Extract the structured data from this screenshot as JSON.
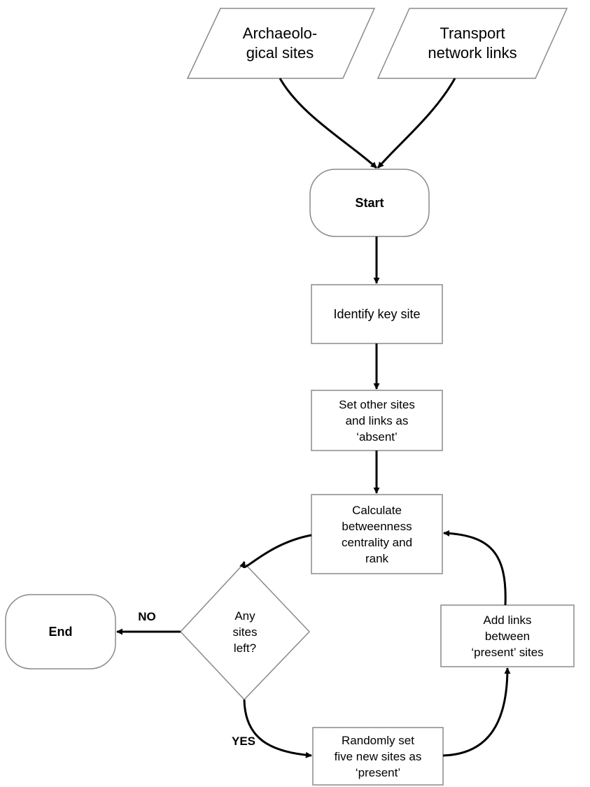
{
  "nodes": {
    "archaeological_sites": "Archaeolo-\ngical sites",
    "transport_links": "Transport\nnetwork links",
    "start": "Start",
    "identify_key_site": "Identify key site",
    "set_absent": "Set other sites\nand links as\n‘absent’",
    "calculate": "Calculate\nbetweenness\ncentrality and\nrank",
    "any_sites_left": "Any\nsites\nleft?",
    "end": "End",
    "add_links": "Add links\nbetween\n‘present’ sites",
    "randomly_set": "Randomly set\nfive new sites as\n‘present’"
  },
  "edges": {
    "no_label": "NO",
    "yes_label": "YES"
  },
  "colors": {
    "stroke": "#000000",
    "box_stroke": "#8a8a8a",
    "fill": "#ffffff"
  }
}
